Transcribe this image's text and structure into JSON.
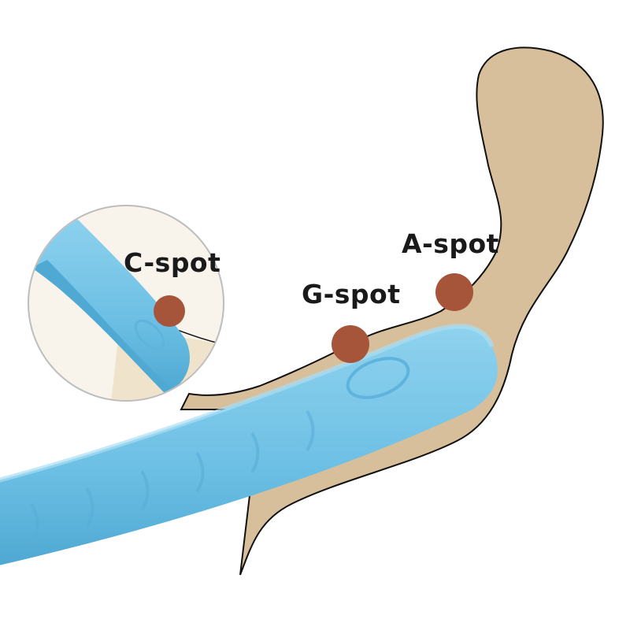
{
  "labels": {
    "c_spot": "C-spot",
    "g_spot": "G-spot",
    "a_spot": "A-spot"
  },
  "colors": {
    "anatomy": "#d8bf9b",
    "device": "#72c3e6",
    "device_shadow": "#4fa9d3",
    "spot": "#a6553b",
    "inset_bg": "#f8f4ec"
  }
}
